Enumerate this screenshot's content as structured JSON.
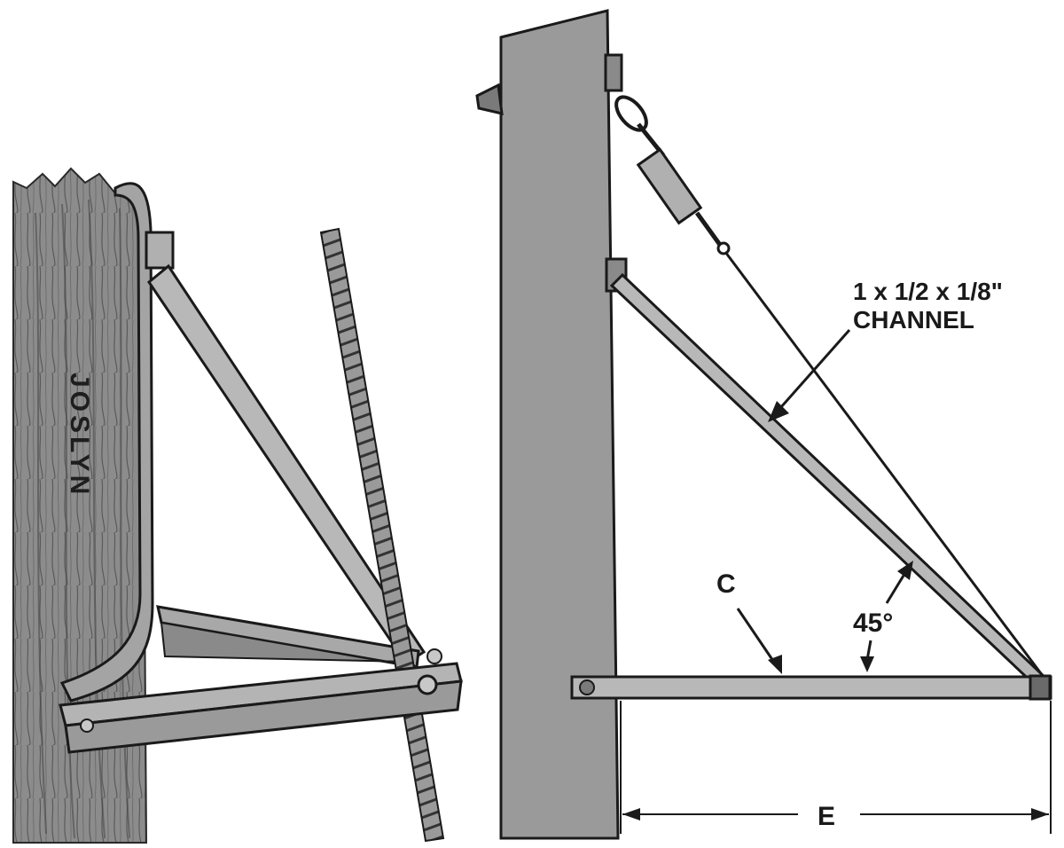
{
  "left_view": {
    "brand_text": "JOSLYN"
  },
  "right_view": {
    "channel_label_line1": "1 x 1/2 x 1/8\"",
    "channel_label_line2": "CHANNEL",
    "member_label": "C",
    "angle_label": "45°",
    "dimension_label": "E"
  },
  "colors": {
    "ink": "#1a1a1a",
    "post_fill": "#9a9a9a",
    "channel_fill": "#b8b8b8",
    "wood_fill": "#8c8c8c",
    "background": "#ffffff"
  }
}
